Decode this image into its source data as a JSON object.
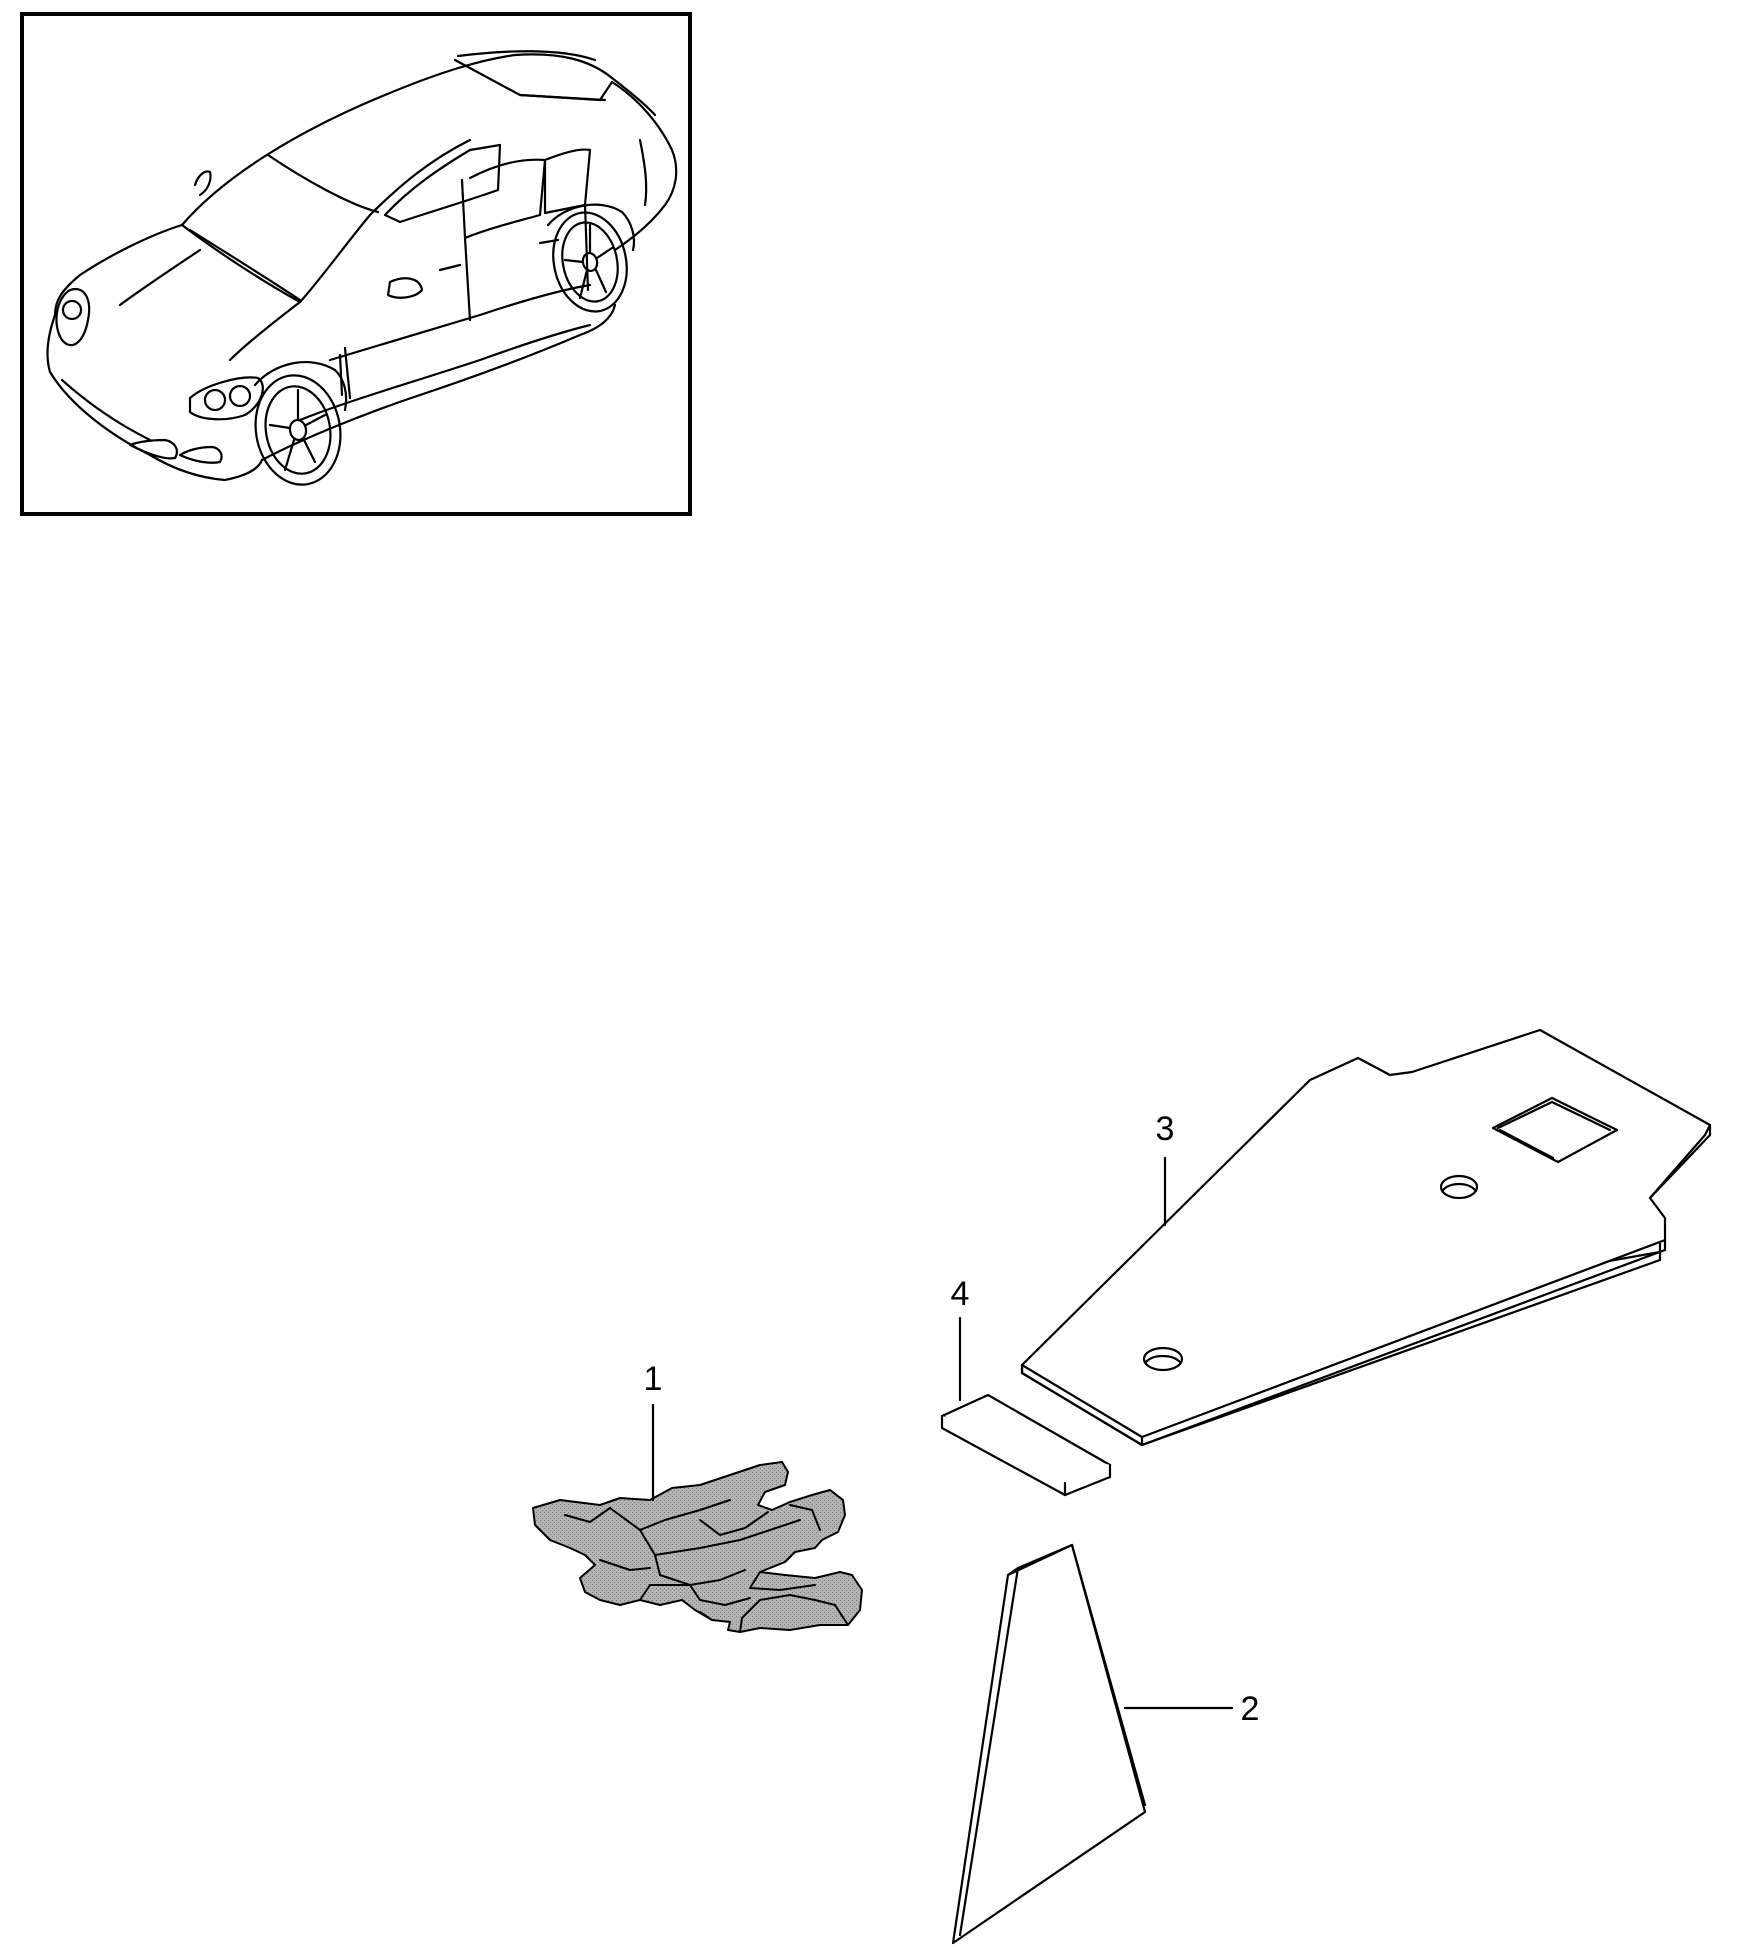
{
  "callouts": [
    {
      "id": "1",
      "label": "1",
      "part": "part-1"
    },
    {
      "id": "2",
      "label": "2",
      "part": "part-2"
    },
    {
      "id": "3",
      "label": "3",
      "part": "part-3"
    },
    {
      "id": "4",
      "label": "4",
      "part": "part-4"
    }
  ],
  "colors": {
    "ink": "#000000",
    "paper": "#ffffff",
    "foam_fill": "#a7a7a7"
  }
}
